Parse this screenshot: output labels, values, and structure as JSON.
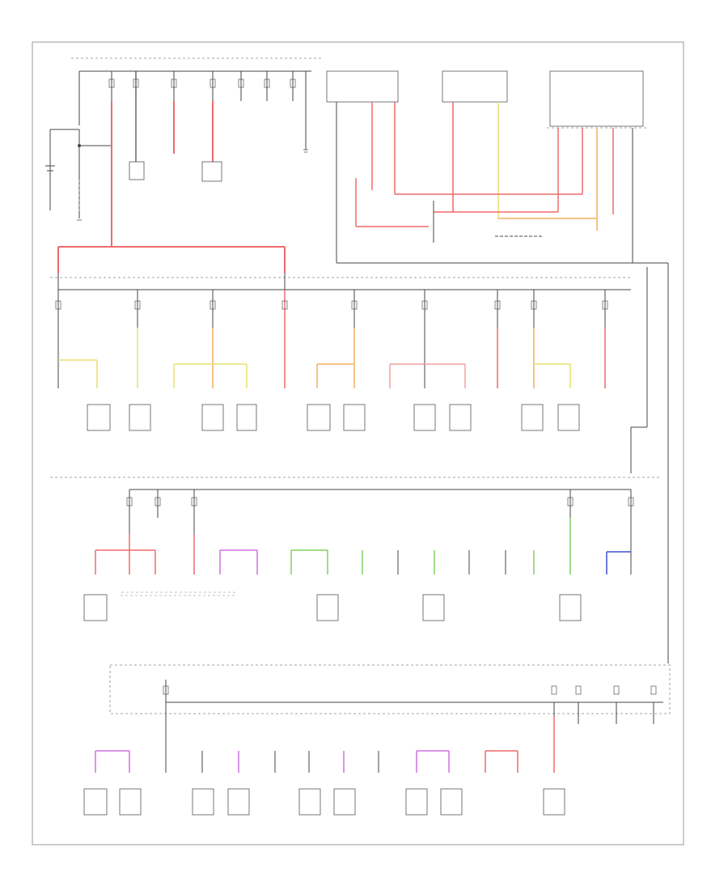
{
  "figure_id": "",
  "colors": {
    "red": "#f06a6a",
    "pink": "#f2a0a0",
    "yellow": "#e8e070",
    "orange": "#f0b060",
    "green": "#80d060",
    "magenta": "#d070e0",
    "blue": "#4050d0",
    "wire": "#444444",
    "dashed": "#888888"
  },
  "wire_colors_by_group": {
    "top_branches": [
      "red",
      "wire",
      "red",
      "red",
      "wire",
      "wire",
      "wire"
    ],
    "middle_row": [
      "yellow",
      "yellow",
      "orange",
      "orange",
      "orange",
      "pink",
      "red",
      "orange",
      "red"
    ],
    "lower_row": [
      "red",
      "red",
      "magenta",
      "green",
      "wire",
      "green",
      "green",
      "wire",
      "green",
      "blue"
    ],
    "bottom_row": [
      "magenta",
      "magenta",
      "magenta",
      "magenta",
      "magenta",
      "red"
    ]
  }
}
